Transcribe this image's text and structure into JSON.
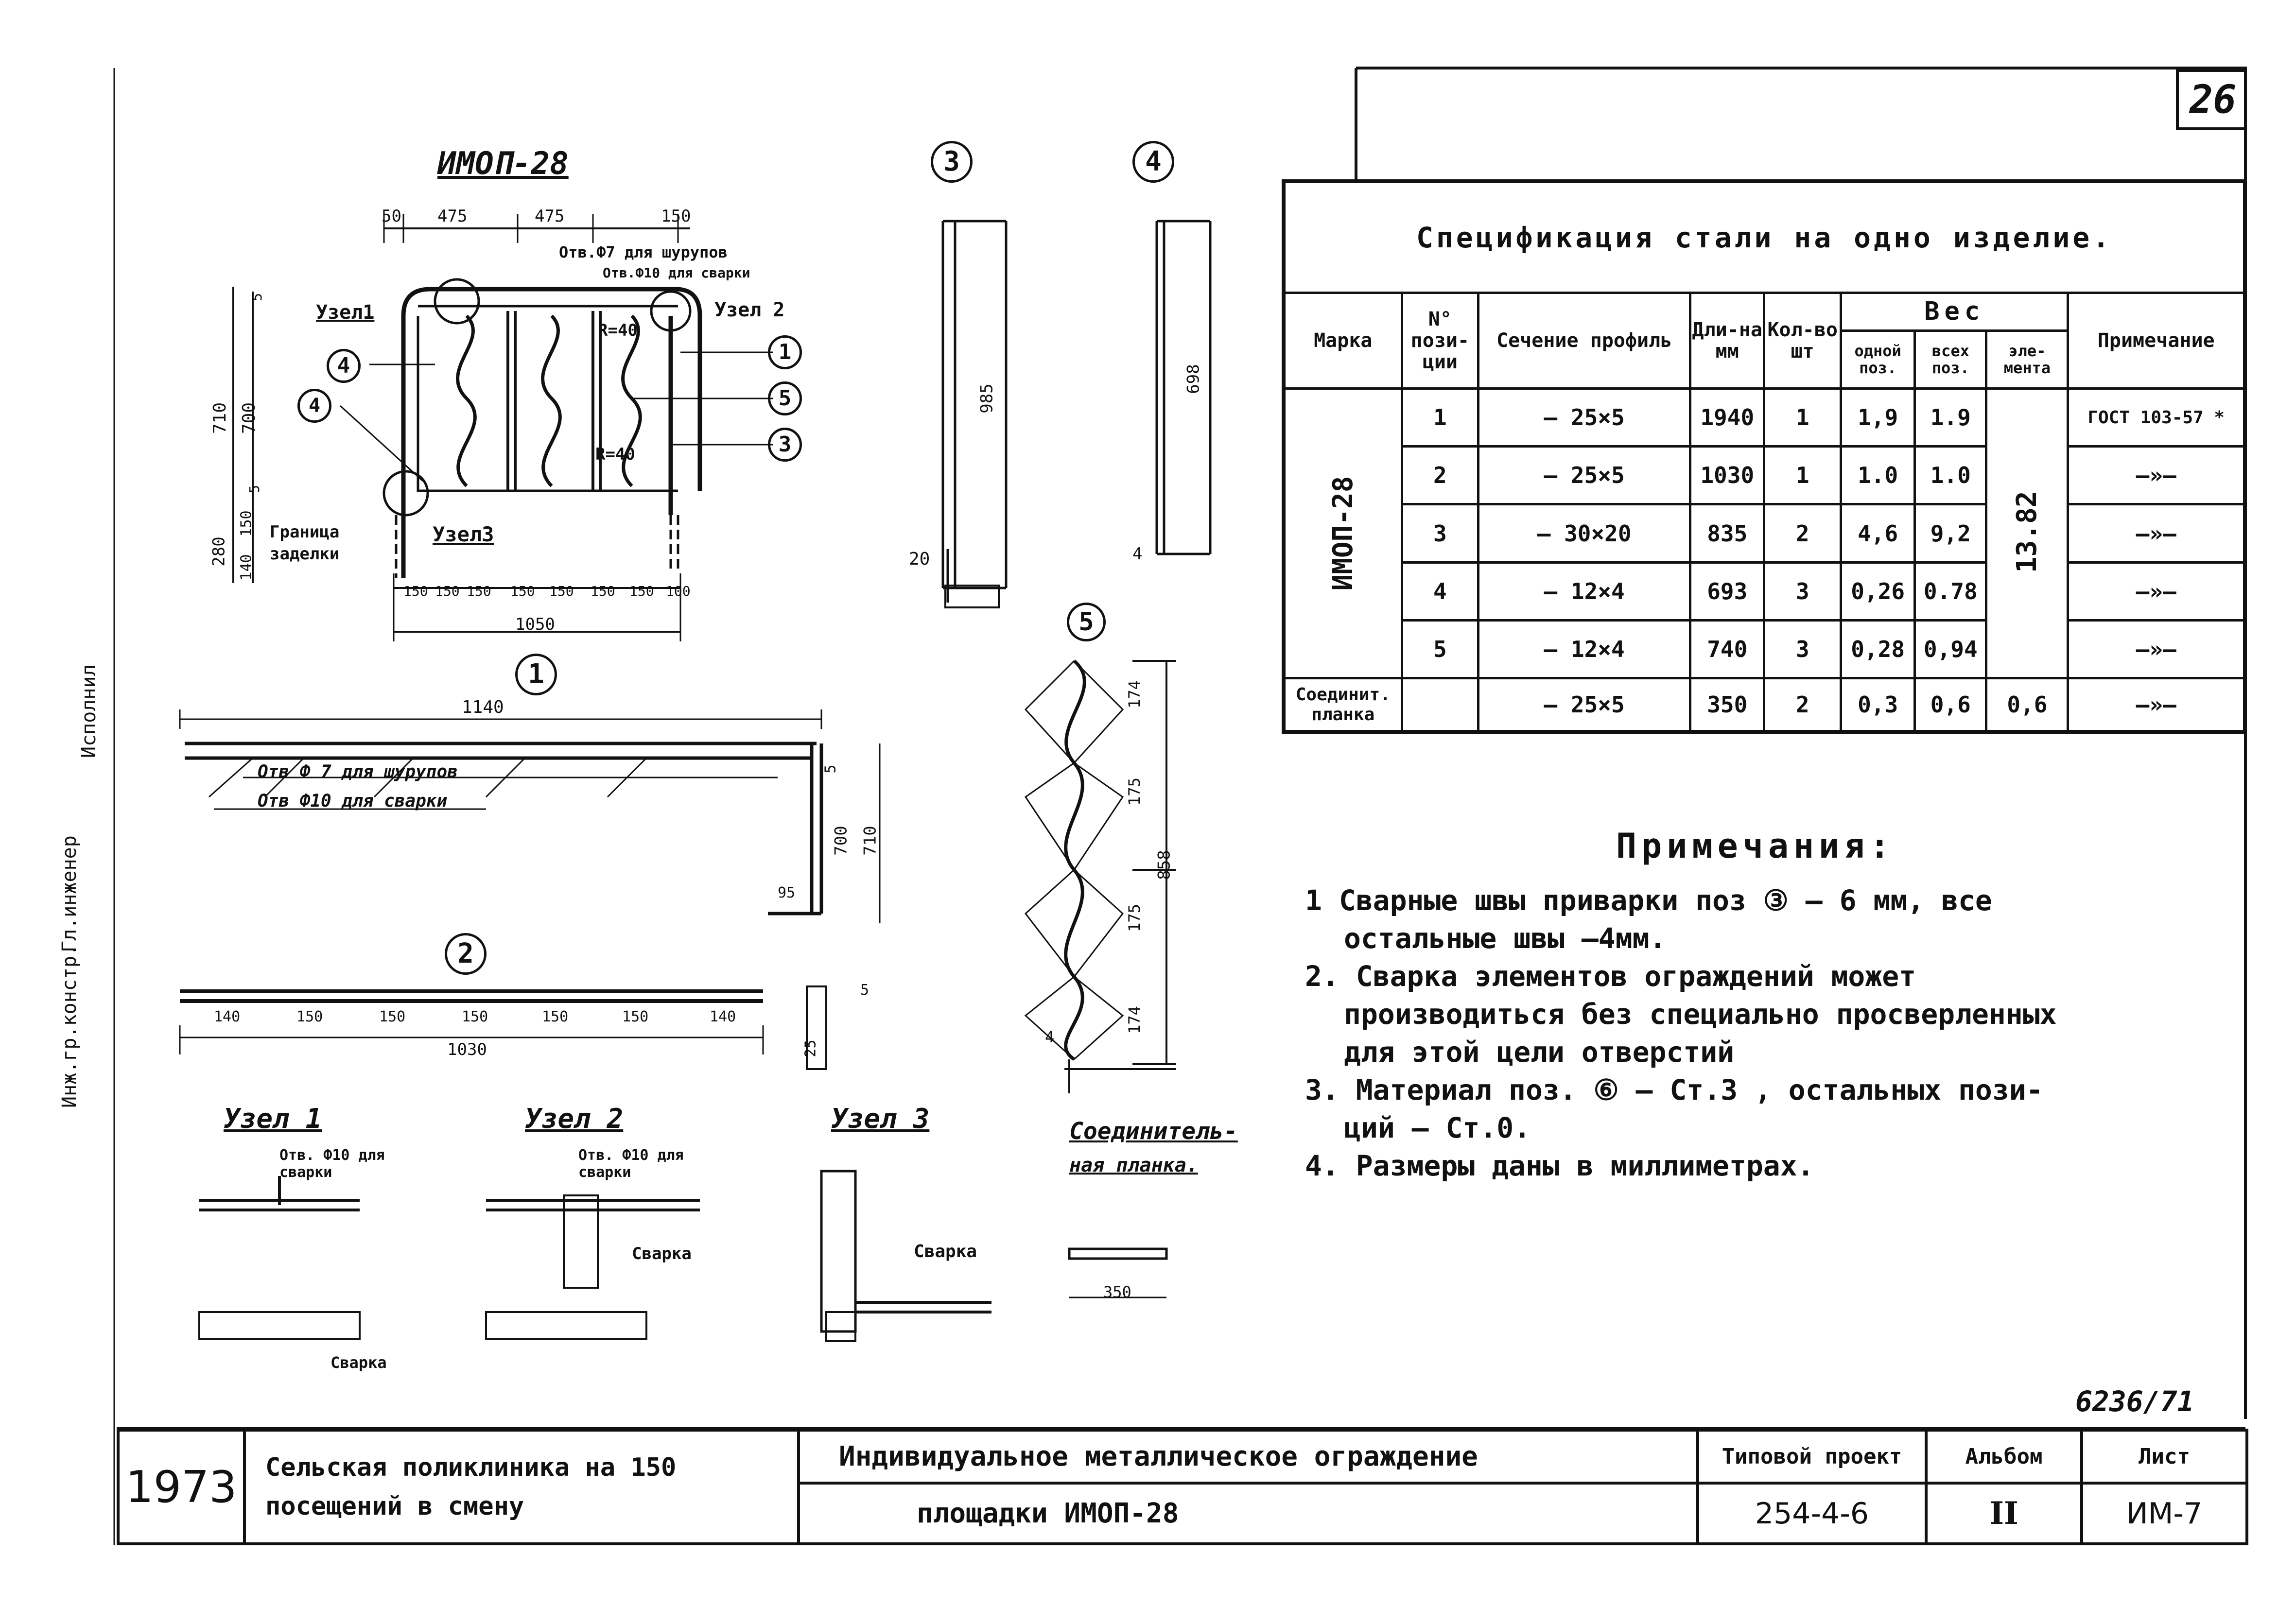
{
  "page_number": "26",
  "drawing_title": "ИМОП-28",
  "views": {
    "pos3_marker": "3",
    "pos4_marker": "4",
    "pos5_marker": "5",
    "pos1_marker": "1",
    "pos2_marker": "2"
  },
  "main_view": {
    "dims_top": [
      "50",
      "475",
      "475",
      "150"
    ],
    "note_holes_screws": "Отв.Ф7 для шурупов",
    "note_holes_weld": "Отв.Ф10 для сварки",
    "node1": "Узел1",
    "node2": "Узел 2",
    "node3": "Узел3",
    "radius1": "R=40",
    "radius2": "R=40",
    "boundary": "Граница",
    "boundary2": "заделки",
    "dims_left": [
      "5",
      "710",
      "700",
      "5",
      "150",
      "280",
      "140"
    ],
    "dims_bottom": [
      "150",
      "150",
      "150",
      "150",
      "150",
      "150",
      "150",
      "100"
    ],
    "total_width": "1050",
    "circles": [
      "4",
      "4",
      "1",
      "5",
      "3"
    ]
  },
  "pos3_view": {
    "length": "985",
    "dim": "20"
  },
  "pos4_view": {
    "length": "698",
    "dim": "4"
  },
  "pos5_view": {
    "dims": [
      "174",
      "175",
      "175",
      "174"
    ],
    "total": "858",
    "dim": "4"
  },
  "pos1_view": {
    "length": "1140",
    "note1": "Отв Ф 7 для шурупов",
    "note2": "Отв Ф10 для сварки",
    "dims_right": [
      "5",
      "700",
      "710"
    ],
    "dim_bottom": "95"
  },
  "pos2_view": {
    "dims": [
      "140",
      "150",
      "150",
      "150",
      "150",
      "150",
      "140"
    ],
    "total": "1030",
    "dim_side": "5",
    "dim_width": "25"
  },
  "details": {
    "node1_title": "Узел 1",
    "node1_note": "Отв. Ф10 для сварки",
    "node1_weld": "Сварка",
    "node2_title": "Узел 2",
    "node2_note": "Отв. Ф10 для сварки",
    "node2_weld": "Сварка",
    "node3_title": "Узел 3",
    "node3_weld": "Сварка",
    "joining_title1": "Соединитель-",
    "joining_title2": "ная планка.",
    "joining_dim": "350"
  },
  "spec_table": {
    "caption": "Спецификация стали на одно изделие.",
    "headers": {
      "mark": "Марка",
      "pos": "N° пози-ции",
      "section": "Сечение профиль",
      "length": "Дли-на мм",
      "qty": "Кол-во шт",
      "weight": "Вес",
      "w_one": "одной поз.",
      "w_all": "всех поз.",
      "w_elem": "эле-мента",
      "note": "Примечание"
    },
    "mark_value": "ИМОП-28",
    "element_weight": "13.82",
    "rows": [
      {
        "pos": "1",
        "section": "– 25×5",
        "length": "1940",
        "qty": "1",
        "one": "1,9",
        "all": "1.9",
        "note": "ГОСТ 103-57 *"
      },
      {
        "pos": "2",
        "section": "– 25×5",
        "length": "1030",
        "qty": "1",
        "one": "1.0",
        "all": "1.0",
        "note": "—»—"
      },
      {
        "pos": "3",
        "section": "– 30×20",
        "length": "835",
        "qty": "2",
        "one": "4,6",
        "all": "9,2",
        "note": "—»—"
      },
      {
        "pos": "4",
        "section": "– 12×4",
        "length": "693",
        "qty": "3",
        "one": "0,26",
        "all": "0.78",
        "note": "—»—"
      },
      {
        "pos": "5",
        "section": "– 12×4",
        "length": "740",
        "qty": "3",
        "one": "0,28",
        "all": "0,94",
        "note": "—»—"
      }
    ],
    "last_row": {
      "mark": "Соединит. планка",
      "section": "– 25×5",
      "length": "350",
      "qty": "2",
      "one": "0,3",
      "all": "0,6",
      "elem": "0,6",
      "note": "—»—"
    }
  },
  "notes": {
    "title": "Примечания:",
    "items": [
      "1 Сварные швы приварки поз ③ – 6 мм, все",
      "остальные швы –4мм.",
      "2. Сварка элементов ограждений может",
      "производиться без специально просверленных",
      "для этой цели отверстий",
      "3. Материал поз. ⑥ – Ст.3 , остальных пози-",
      "ций – Ст.0.",
      "4. Размеры даны в миллиметрах."
    ]
  },
  "archive_number": "6236/71",
  "title_block": {
    "year": "1973",
    "object": "Сельская поликлиника на 150 посещений в смену",
    "title_line1": "Индивидуальное металлическое ограждение",
    "title_line2": "площадки ИМОП-28",
    "project_label": "Типовой проект",
    "project_value": "254-4-6",
    "album_label": "Альбом",
    "album_value": "II",
    "sheet_label": "Лист",
    "sheet_value": "ИМ-7"
  },
  "side_labels": [
    "Инж.гр.констр.",
    "Гл.инженер",
    "Исполнил"
  ]
}
